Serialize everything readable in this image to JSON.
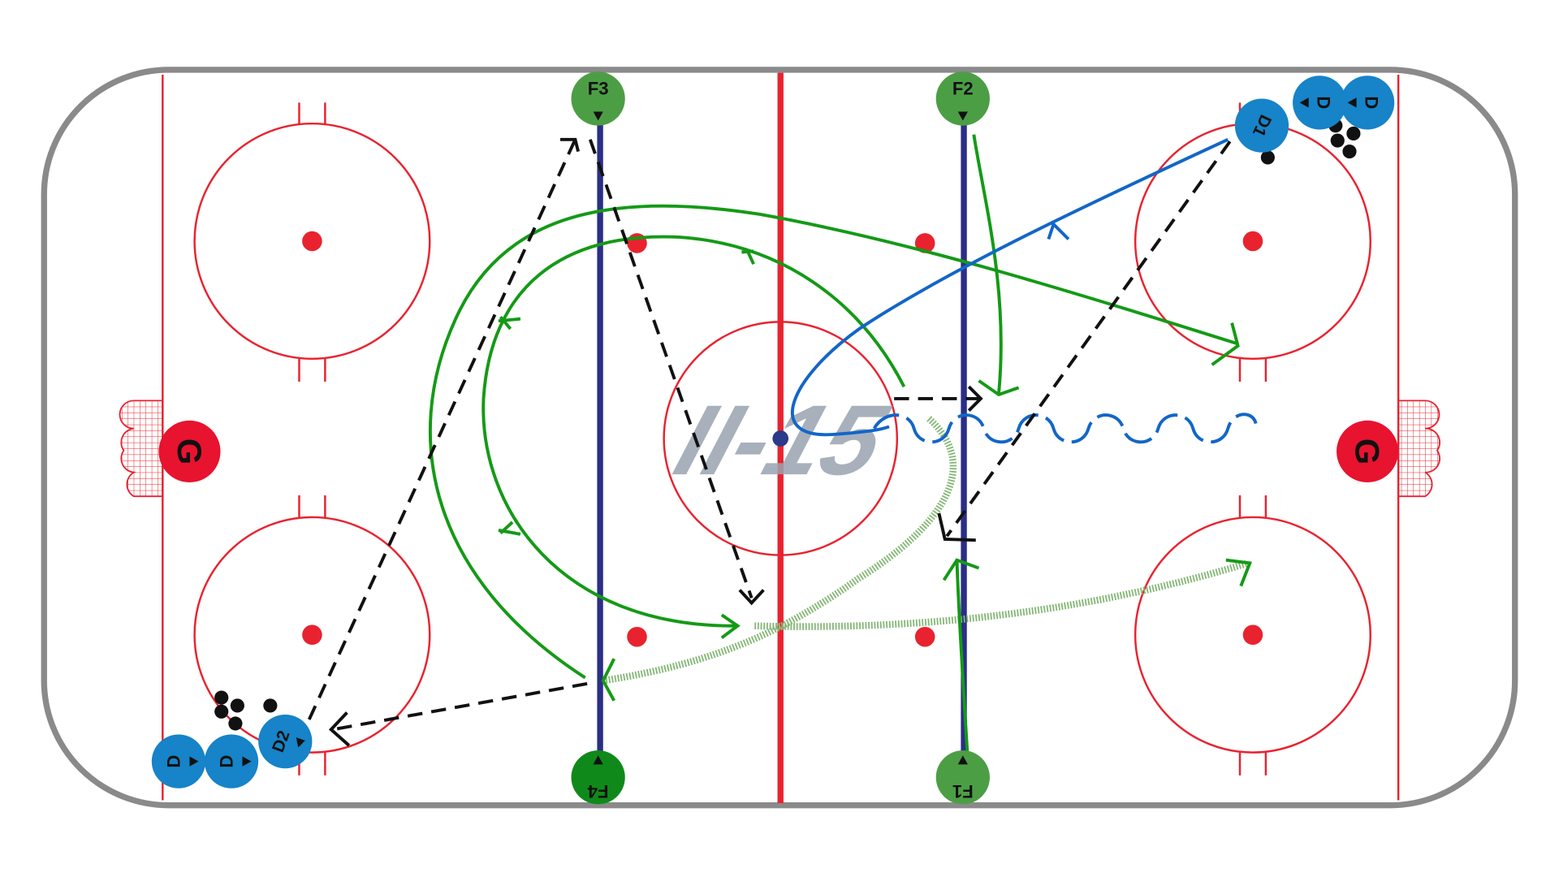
{
  "colors": {
    "background": "#ffffff",
    "boards": "#8a8a8a",
    "red_line": "#e8232f",
    "blue_line": "#2b2e86",
    "circle": "#e8232f",
    "faceoff_dot": "#e8232f",
    "net_fill": "#ffffff",
    "goalie": "#e8132f",
    "defense": "#1783c8",
    "forward": "#4c9e45",
    "forward_dark": "#0f8a1a",
    "skate_path": "#149a16",
    "puck_carry_path": "#1266c8",
    "pass_path": "#111111",
    "backward_path": "#86b877",
    "puck": "#111111",
    "center_dot": "#2b3a8a",
    "watermark": "#9aa3b0"
  },
  "players": {
    "goalie_left": {
      "label": "G"
    },
    "goalie_right": {
      "label": "G"
    },
    "f3": {
      "label": "F3"
    },
    "f2": {
      "label": "F2"
    },
    "f4": {
      "label": "F4"
    },
    "f1": {
      "label": "F1"
    },
    "d1": {
      "label": "D1"
    },
    "d2": {
      "label": "D2"
    },
    "d_top_a": {
      "label": "D"
    },
    "d_top_b": {
      "label": "D"
    },
    "d_bot_a": {
      "label": "D"
    },
    "d_bot_b": {
      "label": "D"
    }
  },
  "watermark": {
    "text": "II-15"
  }
}
